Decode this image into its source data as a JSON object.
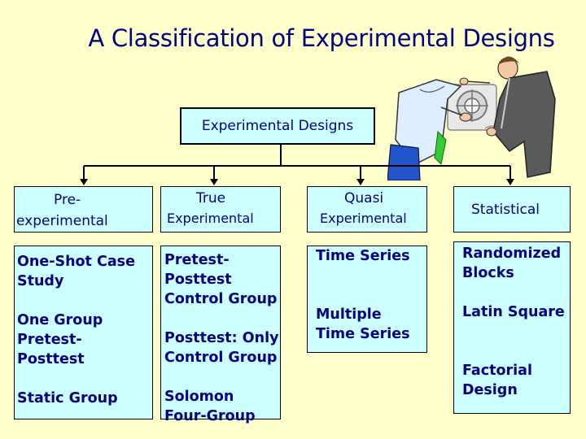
{
  "slide": {
    "title": "A Classification of Experimental Designs",
    "root_label": "Experimental Designs"
  },
  "categories": [
    {
      "line1": "Pre-",
      "line2": "experimental"
    },
    {
      "line1": "True",
      "line2": "Experimental"
    },
    {
      "line1": "Quasi",
      "line2": "Experimental"
    },
    {
      "line1": "Statistical",
      "line2": ""
    }
  ],
  "items": {
    "pre": [
      "One-Shot Case Study",
      "One Group Pretest-Posttest",
      "Static Group"
    ],
    "true": [
      "Pretest-Posttest Control Group",
      "Posttest: Only Control Group",
      "Solomon Four-Group"
    ],
    "quasi": [
      "Time Series",
      "Multiple Time Series"
    ],
    "statistical": [
      "Randomized Blocks",
      "Latin Square",
      "Factorial Design"
    ]
  },
  "colors": {
    "background": "#ffffcc",
    "box_fill": "#ccffff",
    "text": "#000080"
  },
  "illustration": "two-scientists-examining-apparatus-clipart"
}
